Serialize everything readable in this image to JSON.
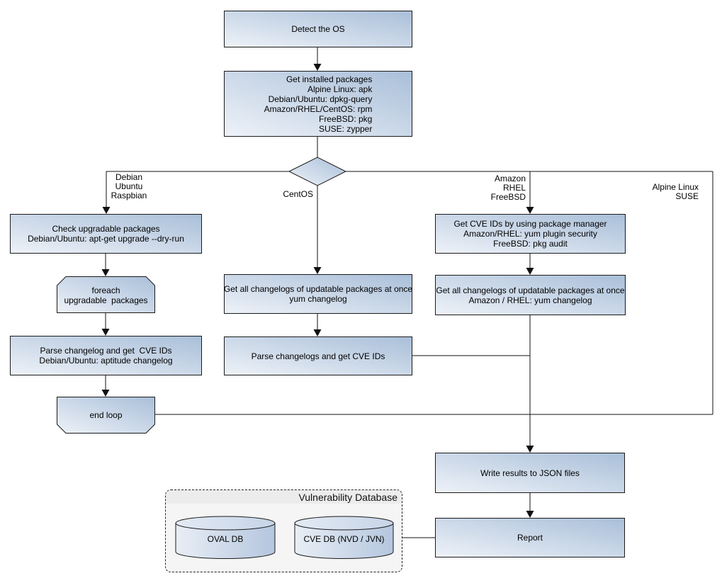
{
  "diagram": {
    "title_hint": "OS package vulnerability scan flowchart",
    "nodes": {
      "detect_os": {
        "label": "Detect the OS"
      },
      "get_installed": {
        "label": "Get installed packages\nAlpine Linux: apk\nDebian/Ubuntu: dpkg-query\nAmazon/RHEL/CentOS: rpm\nFreeBSD: pkg\nSUSE: zypper"
      },
      "check_upgradable": {
        "label": "Check upgradable packages\nDebian/Ubuntu: apt-get upgrade --dry-run"
      },
      "foreach_loop": {
        "label": "foreach\nupgradable  packages"
      },
      "parse_changelog_deb": {
        "label": "Parse changelog and get  CVE IDs\nDebian/Ubuntu: aptitude changelog"
      },
      "end_loop": {
        "label": "end loop"
      },
      "get_changelogs_centos": {
        "label": "Get all changelogs of updatable packages at once\nyum changelog"
      },
      "parse_changelogs_centos": {
        "label": "Parse changelogs and get CVE IDs"
      },
      "get_cve_ids_pkg_mgr": {
        "label": "Get CVE IDs by using package manager\nAmazon/RHEL: yum plugin security\nFreeBSD: pkg audit"
      },
      "get_changelogs_amazon": {
        "label": "Get all changelogs of updatable packages at once\nAmazon / RHEL: yum changelog"
      },
      "write_results": {
        "label": "Write results to JSON files"
      },
      "report": {
        "label": "Report"
      }
    },
    "edge_labels": {
      "debian_branch": "Debian\nUbuntu\nRaspbian",
      "centos_branch": "CentOS",
      "amazon_branch": "Amazon\nRHEL\nFreeBSD",
      "alpine_branch": "Alpine Linux\nSUSE"
    },
    "database": {
      "title": "Vulnerability Database",
      "cylinders": [
        "OVAL DB",
        "CVE DB (NVD / JVN)"
      ]
    },
    "colors": {
      "node_gradient_start": "#eef2f8",
      "node_gradient_end": "#a9bfd9",
      "node_border": "#1b1b1b",
      "connector": "#000000",
      "db_panel_fill": "#f5f5f5",
      "db_header_fill": "#ececec",
      "cylinder_top_fill": "#dde6f2"
    }
  }
}
